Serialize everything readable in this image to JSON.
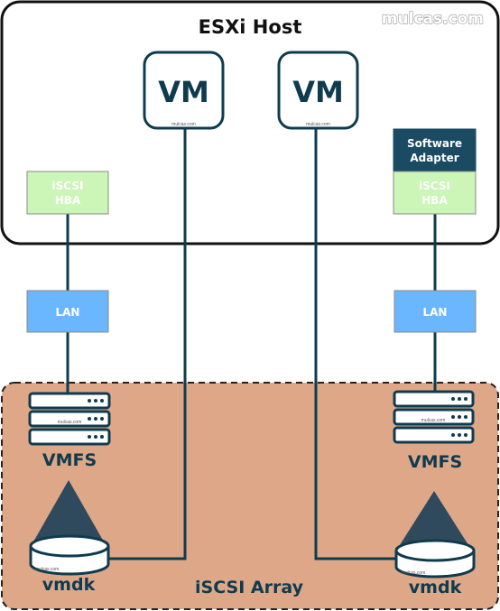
{
  "host": {
    "title": "ESXi Host"
  },
  "watermark": "mulcas.com",
  "array": {
    "title": "iSCSI Array"
  },
  "vms": [
    {
      "label": "VM",
      "mark": "mulcas.com"
    },
    {
      "label": "VM",
      "mark": "mulcas.com"
    }
  ],
  "hba": [
    {
      "line1": "iSCSI",
      "line2": "HBA"
    },
    {
      "line1": "iSCSI",
      "line2": "HBA"
    }
  ],
  "software_adapter": {
    "line1": "Software",
    "line2": "Adapter"
  },
  "lan": [
    {
      "label": "LAN"
    },
    {
      "label": "LAN"
    }
  ],
  "servers": [
    {
      "mark": "mulcas.com",
      "label": "VMFS"
    },
    {
      "mark": "mulcas.com",
      "label": "VMFS"
    }
  ],
  "disks": [
    {
      "mark": "mulcas.com",
      "label": "vmdk"
    },
    {
      "mark": "mulcas.com",
      "label": "vmdk"
    }
  ],
  "colors": {
    "hba_fill": "#ccf5b8",
    "hba_text": "#ffffff",
    "lan_fill": "#6ab6ff",
    "adapter_fill": "#1b4a63",
    "array_fill": "#dea888",
    "cone_fill": "#2e4a5c",
    "line": "#0f3b4f"
  }
}
